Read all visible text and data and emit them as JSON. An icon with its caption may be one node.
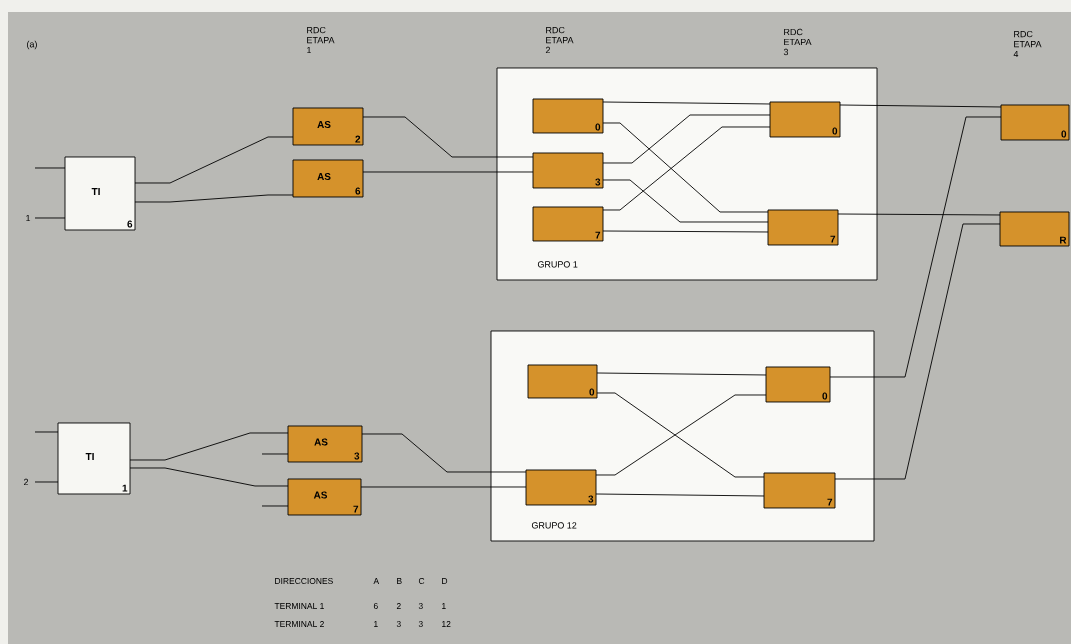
{
  "diagram": {
    "nodes": [
      {
        "text": [
          "TI",
          "6"
        ]
      },
      {
        "text": [
          "AS",
          "2"
        ]
      },
      {
        "text": [
          "AS",
          "6"
        ]
      },
      {
        "text": [
          "GRUPO 1"
        ]
      },
      {
        "text": [
          "0"
        ],
        "in": 3
      },
      {
        "text": [
          "3"
        ],
        "in": 3
      },
      {
        "text": [
          "7"
        ],
        "in": 3
      },
      {
        "text": [
          "0"
        ],
        "in": 3
      },
      {
        "text": [
          "7"
        ],
        "in": 3
      },
      {
        "text": [
          "0"
        ]
      },
      {
        "text": [
          "R"
        ]
      },
      {
        "text": [
          "TI",
          "1"
        ]
      },
      {
        "text": [
          "AS",
          "3"
        ]
      },
      {
        "text": [
          "AS",
          "7"
        ]
      },
      {
        "text": [
          "GRUPO 12"
        ]
      },
      {
        "text": [
          "0"
        ],
        "in": 14
      },
      {
        "text": [
          "3"
        ],
        "in": 14
      },
      {
        "text": [
          "0"
        ],
        "in": 14
      },
      {
        "text": [
          "7"
        ],
        "in": 14
      }
    ],
    "edges": [
      {
        "from": null,
        "to": 0,
        "arrow": "none"
      },
      {
        "from": null,
        "to": 0,
        "arrow": "none",
        "label": "1"
      },
      {
        "from": 0,
        "to": 1,
        "arrow": "none"
      },
      {
        "from": 0,
        "to": 2,
        "arrow": "none"
      },
      {
        "from": 1,
        "to": 5,
        "arrow": "none"
      },
      {
        "from": 2,
        "to": 5,
        "arrow": "none"
      },
      {
        "from": 4,
        "to": 7,
        "arrow": "none"
      },
      {
        "from": 4,
        "to": 8,
        "arrow": "none"
      },
      {
        "from": 5,
        "to": 7,
        "arrow": "none"
      },
      {
        "from": 5,
        "to": 8,
        "arrow": "none"
      },
      {
        "from": 6,
        "to": 7,
        "arrow": "none"
      },
      {
        "from": 6,
        "to": 8,
        "arrow": "none"
      },
      {
        "from": 7,
        "to": 9,
        "arrow": "none"
      },
      {
        "from": 8,
        "to": 10,
        "arrow": "none"
      },
      {
        "from": null,
        "to": 11,
        "arrow": "none"
      },
      {
        "from": null,
        "to": 11,
        "arrow": "none",
        "label": "2"
      },
      {
        "from": 11,
        "to": 12,
        "arrow": "none"
      },
      {
        "from": 11,
        "to": 13,
        "arrow": "none"
      },
      {
        "from": null,
        "to": 12,
        "arrow": "none"
      },
      {
        "from": null,
        "to": 13,
        "arrow": "none"
      },
      {
        "from": 12,
        "to": 16,
        "arrow": "none"
      },
      {
        "from": 13,
        "to": 16,
        "arrow": "none"
      },
      {
        "from": 15,
        "to": 17,
        "arrow": "none"
      },
      {
        "from": 15,
        "to": 18,
        "arrow": "none"
      },
      {
        "from": 16,
        "to": 17,
        "arrow": "none"
      },
      {
        "from": 16,
        "to": 18,
        "arrow": "none"
      },
      {
        "from": 17,
        "to": 9,
        "arrow": "none"
      },
      {
        "from": 18,
        "to": 10,
        "arrow": "none"
      }
    ],
    "labels": [
      "(a)",
      "RDC ETAPA 1",
      "RDC ETAPA 2",
      "RDC ETAPA 3",
      "RDC ETAPA 4",
      "DIRECCIONES",
      "A",
      "B",
      "C",
      "D",
      "TERMINAL 1",
      "6",
      "2",
      "3",
      "1",
      "TERMINAL 2",
      "1",
      "3",
      "3",
      "12"
    ]
  }
}
